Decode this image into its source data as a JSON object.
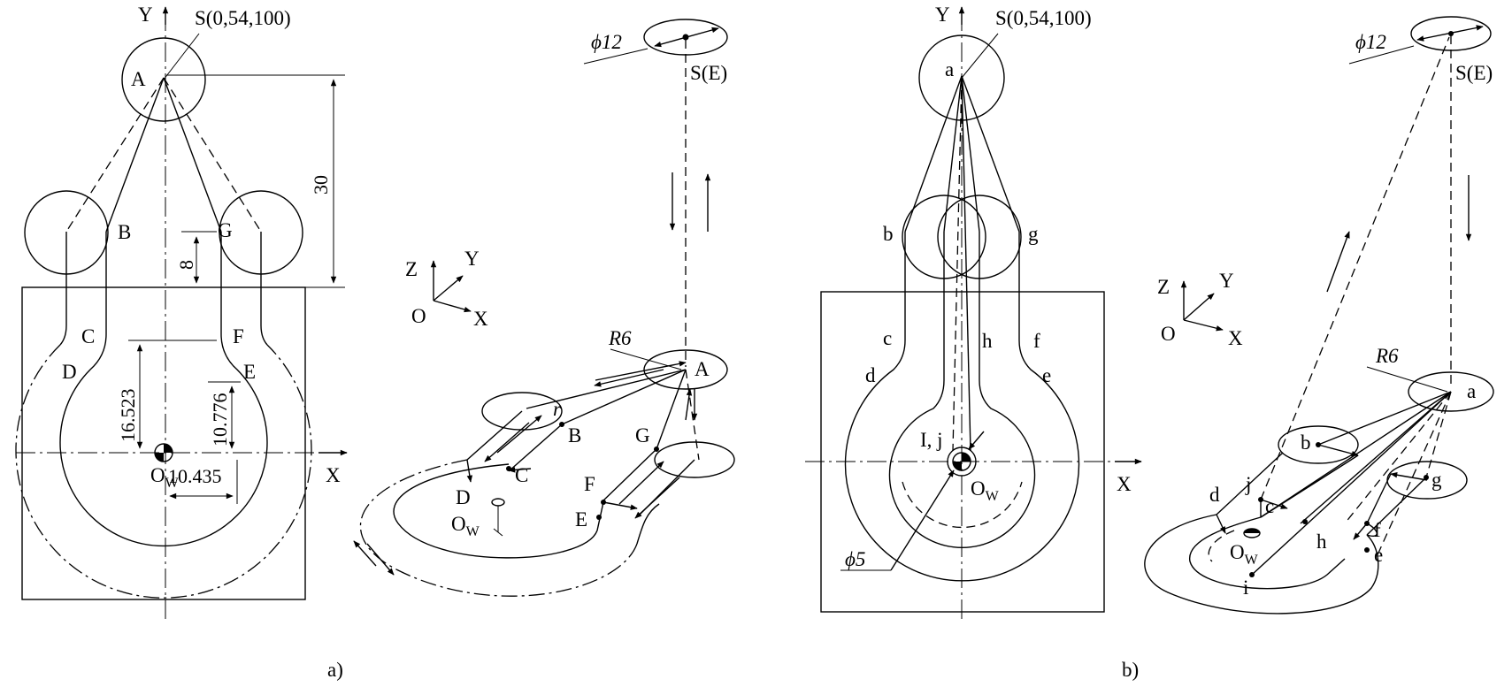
{
  "panel_a": {
    "caption": "a)",
    "axis_y": "Y",
    "axis_x": "X",
    "start_point": "S(0,54,100)",
    "points": {
      "A": "A",
      "B": "B",
      "C": "C",
      "D": "D",
      "E": "E",
      "F": "F",
      "G": "G"
    },
    "origin": "O",
    "origin_sub": "W",
    "dim_30": "30",
    "dim_8": "8",
    "dim_16523": "16.523",
    "dim_10776": "10.776",
    "dim_10435": "10.435",
    "iso": {
      "z": "Z",
      "y": "Y",
      "o": "O",
      "x": "X",
      "phi12": "ϕ12",
      "se": "S(E)",
      "r6": "R6",
      "r": "r",
      "points": {
        "A": "A",
        "B": "B",
        "C": "C",
        "D": "D",
        "E": "E",
        "F": "F",
        "G": "G"
      },
      "origin": "O",
      "origin_sub": "W"
    }
  },
  "panel_b": {
    "caption": "b)",
    "axis_y": "Y",
    "axis_x": "X",
    "start_point": "S(0,54,100)",
    "points": {
      "a": "a",
      "b": "b",
      "c": "c",
      "d": "d",
      "e": "e",
      "f": "f",
      "g": "g",
      "h": "h"
    },
    "ij": "I, j",
    "origin": "O",
    "origin_sub": "W",
    "phi5": "ϕ5",
    "iso": {
      "z": "Z",
      "y": "Y",
      "o": "O",
      "x": "X",
      "phi12": "ϕ12",
      "se": "S(E)",
      "r6": "R6",
      "points": {
        "a": "a",
        "b": "b",
        "c": "c",
        "d": "d",
        "e": "e",
        "f": "f",
        "g": "g",
        "h": "h",
        "i": "i",
        "j": "j"
      },
      "origin": "O",
      "origin_sub": "W"
    }
  }
}
